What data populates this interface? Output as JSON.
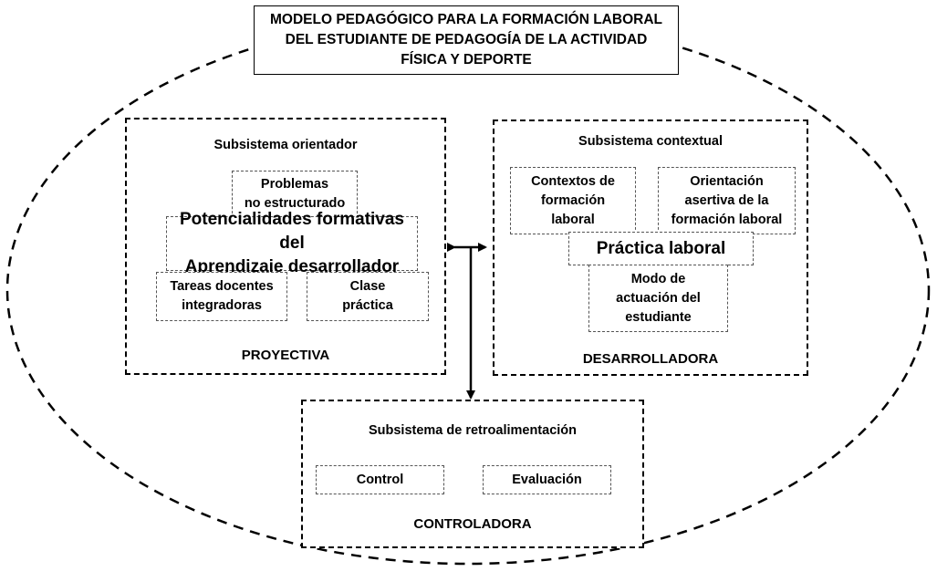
{
  "title": "MODELO PEDAGÓGICO PARA LA FORMACIÓN LABORAL DEL ESTUDIANTE DE PEDAGOGÍA DE LA ACTIVIDAD FÍSICA Y DEPORTE",
  "subsystems": {
    "orientador": {
      "title": "Subsistema orientador",
      "label": "PROYECTIVA",
      "items": {
        "problemas": "Problemas\nno estructurado",
        "potencialidades": "Potencialidades formativas del\nAprendizaje desarrollador",
        "tareas": "Tareas docentes\nintegradoras",
        "clase": "Clase\npráctica"
      }
    },
    "contextual": {
      "title": "Subsistema contextual",
      "label": "DESARROLLADORA",
      "items": {
        "contextos": "Contextos de\nformación\nlaboral",
        "orientacion": "Orientación\nasertiva de la\nformación laboral",
        "practica": "Práctica laboral",
        "modo": "Modo de\nactuación del\nestudiante"
      }
    },
    "retroalimentacion": {
      "title": "Subsistema de retroalimentación",
      "label": "CONTROLADORA",
      "items": {
        "control": "Control",
        "evaluacion": "Evaluación"
      }
    }
  }
}
